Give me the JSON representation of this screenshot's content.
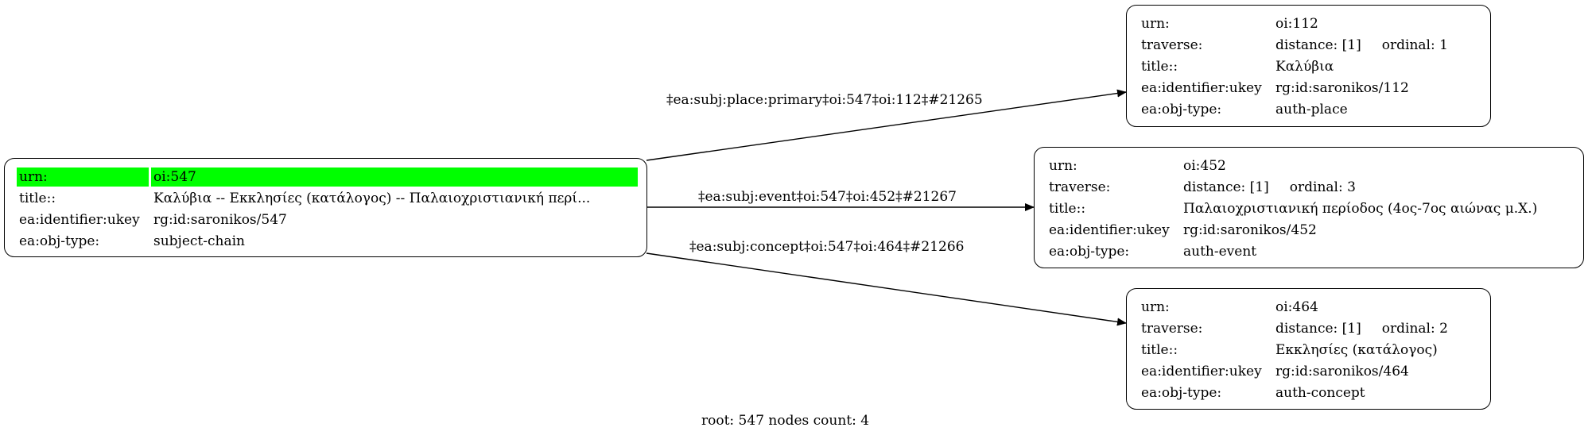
{
  "graph": {
    "footer": "root: 547 nodes count: 4",
    "root": {
      "urn_key": "urn:",
      "urn": "oi:547",
      "title_key": "title::",
      "title": "Καλύβια -- Εκκλησίες (κατάλογος) -- Παλαιοχριστιανική περί...",
      "ukey_key": "ea:identifier:ukey",
      "ukey": "rg:id:saronikos/547",
      "type_key": "ea:obj-type:",
      "type": "subject-chain"
    },
    "nodes": [
      {
        "urn_key": "urn:",
        "urn": "oi:112",
        "traverse_key": "traverse:",
        "distance": "distance: [1]",
        "ordinal": "ordinal: 1",
        "title_key": "title::",
        "title": "Καλύβια",
        "ukey_key": "ea:identifier:ukey",
        "ukey": "rg:id:saronikos/112",
        "type_key": "ea:obj-type:",
        "type": "auth-place"
      },
      {
        "urn_key": "urn:",
        "urn": "oi:452",
        "traverse_key": "traverse:",
        "distance": "distance: [1]",
        "ordinal": "ordinal: 3",
        "title_key": "title::",
        "title": "Παλαιοχριστιανική περίοδος (4ος-7ος αιώνας μ.Χ.)",
        "ukey_key": "ea:identifier:ukey",
        "ukey": "rg:id:saronikos/452",
        "type_key": "ea:obj-type:",
        "type": "auth-event"
      },
      {
        "urn_key": "urn:",
        "urn": "oi:464",
        "traverse_key": "traverse:",
        "distance": "distance: [1]",
        "ordinal": "ordinal: 2",
        "title_key": "title::",
        "title": "Εκκλησίες (κατάλογος)",
        "ukey_key": "ea:identifier:ukey",
        "ukey": "rg:id:saronikos/464",
        "type_key": "ea:obj-type:",
        "type": "auth-concept"
      }
    ],
    "edges": [
      {
        "label": "‡ea:subj:place:primary‡oi:547‡oi:112‡#21265"
      },
      {
        "label": "‡ea:subj:event‡oi:547‡oi:452‡#21267"
      },
      {
        "label": "‡ea:subj:concept‡oi:547‡oi:464‡#21266"
      }
    ]
  }
}
